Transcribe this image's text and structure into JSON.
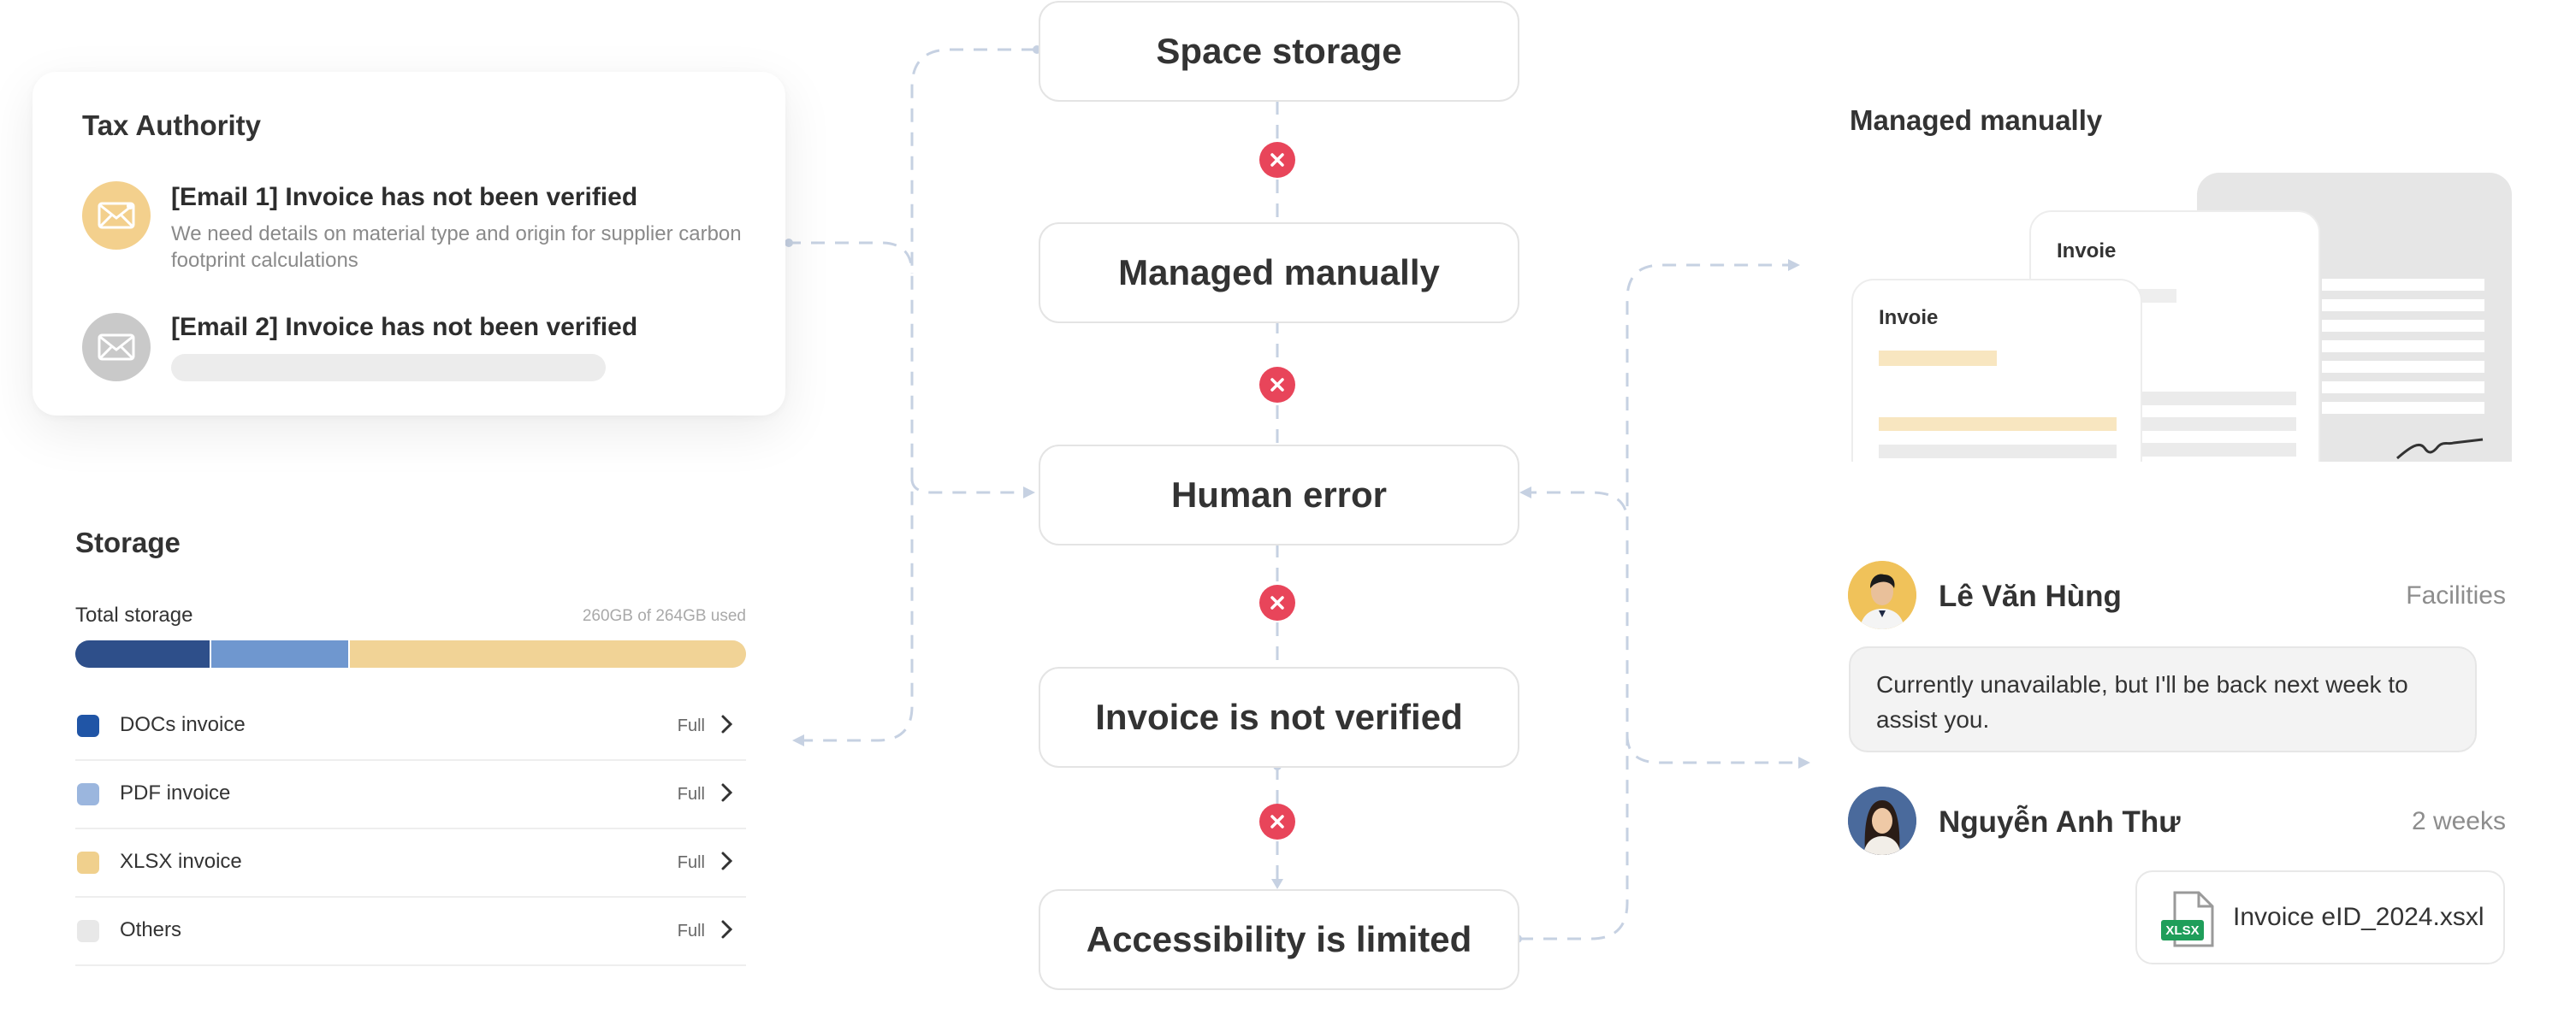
{
  "tax_card": {
    "title": "Tax Authority",
    "emails": [
      {
        "heading": "[Email 1] Invoice has not been verified",
        "body": "We need details on material type and origin for supplier carbon footprint calculations",
        "icon": "mail-icon",
        "color": "#f3d08d"
      },
      {
        "heading": "[Email 2] Invoice has not been verified",
        "body": "",
        "icon": "mail-icon",
        "color": "#c9c9c9"
      }
    ]
  },
  "storage": {
    "title": "Storage",
    "total_label": "Total storage",
    "usage_text": "260GB of 264GB used",
    "segments": [
      {
        "name": "DOCs invoice",
        "fraction": 0.205,
        "color": "#2e4f8a"
      },
      {
        "name": "PDF invoice",
        "fraction": 0.21,
        "color": "#6f97cf"
      },
      {
        "name": "XLSX invoice",
        "fraction": 0.605,
        "color": "#f1d396"
      }
    ],
    "items": [
      {
        "label": "DOCs invoice",
        "status": "Full",
        "color": "#2055a6"
      },
      {
        "label": "PDF invoice",
        "status": "Full",
        "color": "#9bb6de"
      },
      {
        "label": "XLSX invoice",
        "status": "Full",
        "color": "#f0d08d"
      },
      {
        "label": "Others",
        "status": "Full",
        "color": "#e8e8e8"
      }
    ]
  },
  "flow": {
    "steps": [
      "Space storage",
      "Managed manually",
      "Human error",
      "Invoice is not verified",
      "Accessibility is limited"
    ],
    "connector_icon": "close-icon",
    "connector_color": "#e8455a"
  },
  "right_panel": {
    "managed_title": "Managed manually",
    "doc_label_1": "Invoie",
    "doc_label_2": "Invoie",
    "contacts": [
      {
        "name": "Lê Văn Hùng",
        "meta": "Facilities"
      },
      {
        "name": "Nguyễn Anh Thư",
        "meta": "2 weeks"
      }
    ],
    "message": "Currently unavailable, but I'll be back next week to assist you.",
    "file": {
      "name": "Invoice eID_2024.xsxl",
      "badge": "XLSX"
    }
  }
}
